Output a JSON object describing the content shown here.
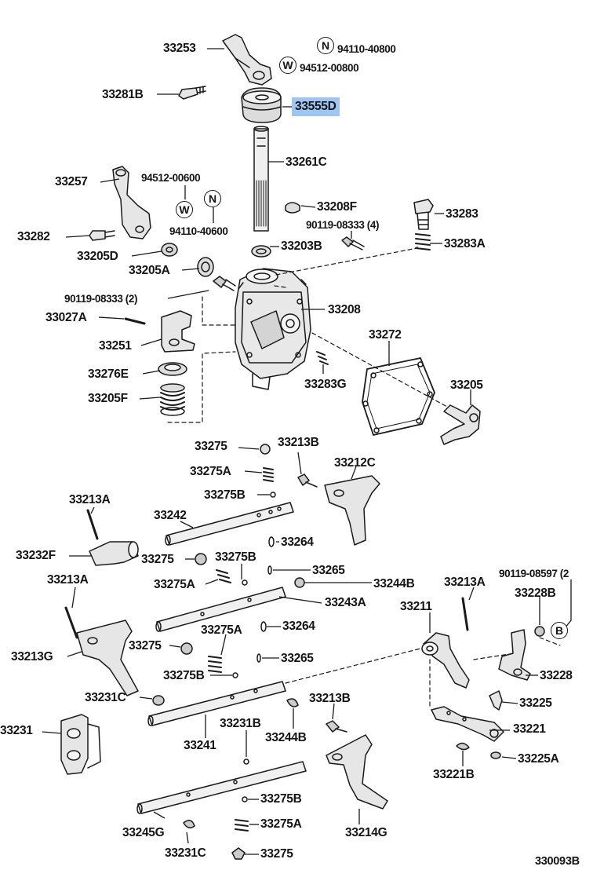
{
  "diagram": {
    "highlight_color": "#9ec6f2",
    "line_color": "#141414",
    "code": "330093B",
    "labels": {
      "p33253": "33253",
      "p94110_40800_top": "94110-40800",
      "p94512_00800": "94512-00800",
      "p33281B": "33281B",
      "p33555D": "33555D",
      "p33261C": "33261C",
      "p33257": "33257",
      "p94512_00600": "94512-00600",
      "p94110_40600": "94110-40600",
      "p33208F": "33208F",
      "p33283": "33283",
      "p90119_08333_4": "90119-08333 (4)",
      "p33282": "33282",
      "p33203B": "33203B",
      "p33283A": "33283A",
      "p33205D": "33205D",
      "p33205A": "33205A",
      "p90119_08333_2": "90119-08333 (2)",
      "p33208": "33208",
      "p33027A": "33027A",
      "p33272": "33272",
      "p33251": "33251",
      "p33276E": "33276E",
      "p33283G": "33283G",
      "p33205": "33205",
      "p33205F": "33205F",
      "p33275_a": "33275",
      "p33213B_a": "33213B",
      "p33275A_a": "33275A",
      "p33212C": "33212C",
      "p33275B_a": "33275B",
      "p33213A_a": "33213A",
      "p33242": "33242",
      "p33264_a": "33264",
      "p33232F": "33232F",
      "p33275_b": "33275",
      "p33275B_b": "33275B",
      "p33265_a": "33265",
      "p33213A_b": "33213A",
      "p33275A_b": "33275A",
      "p33244B_a": "33244B",
      "p33213A_c": "33213A",
      "p90119_08597": "90119-08597 (2",
      "p33243A": "33243A",
      "p33211": "33211",
      "p33228B": "33228B",
      "p33275A_c": "33275A",
      "p33264_b": "33264",
      "p33213G": "33213G",
      "p33275_c": "33275",
      "p33265_b": "33265",
      "p33275B_c": "33275B",
      "p33228": "33228",
      "p33231C_a": "33231C",
      "p33213B_b": "33213B",
      "p33225": "33225",
      "p33231": "33231",
      "p33231B": "33231B",
      "p33241": "33241",
      "p33244B_b": "33244B",
      "p33221": "33221",
      "p33225A": "33225A",
      "p33221B": "33221B",
      "p33275B_d": "33275B",
      "p33275A_d": "33275A",
      "p33245G": "33245G",
      "p33214G": "33214G",
      "p33231C_b": "33231C",
      "p33275_d": "33275"
    },
    "badges": {
      "n_top": "N",
      "w_top": "W",
      "w_mid": "W",
      "n_mid": "N",
      "b_right": "B"
    }
  }
}
